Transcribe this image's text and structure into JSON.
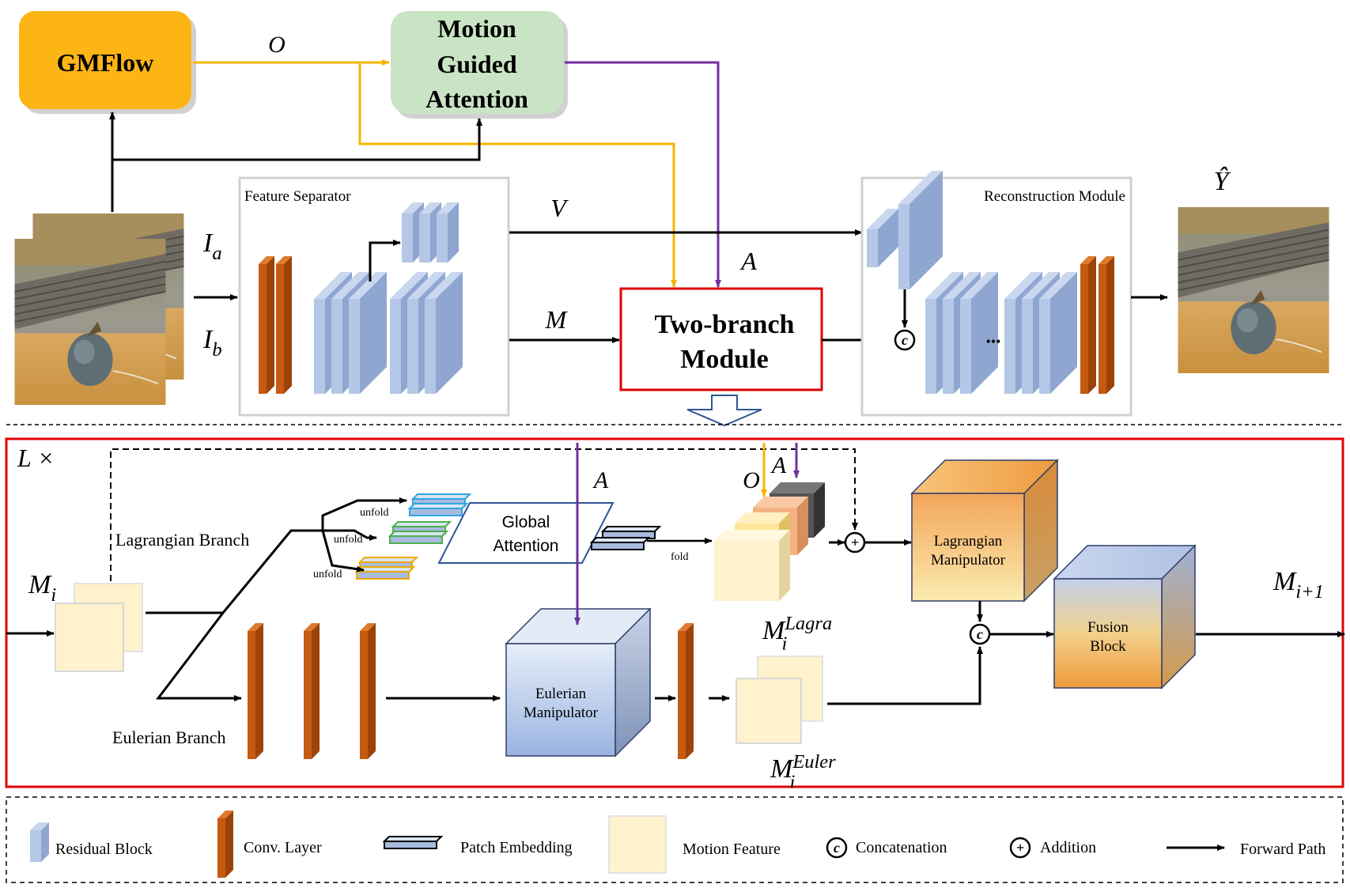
{
  "top": {
    "gmflow": "GMFlow",
    "mga_line1": "Motion",
    "mga_line2": "Guided",
    "mga_line3": "Attention",
    "o_label": "O",
    "feature_separator": "Feature Separator",
    "input_a_base": "I",
    "input_a_sub": "a",
    "input_b_base": "I",
    "input_b_sub": "b",
    "v_label": "V",
    "m_label": "M",
    "a_label": "A",
    "two_branch_line1": "Two-branch",
    "two_branch_line2": "Module",
    "reconstruction": "Reconstruction Module",
    "ellipsis": "•••",
    "output_label": "Ŷ"
  },
  "detail": {
    "repeat_label": "L ×",
    "lagrangian_branch": "Lagrangian Branch",
    "eulerian_branch": "Eulerian Branch",
    "mi_base": "M",
    "mi_sub": "i",
    "unfold": "unfold",
    "global_line1": "Global",
    "global_line2": "Attention",
    "fold": "fold",
    "a_label": "A",
    "o_label": "O",
    "a_label_top": "A",
    "lagra_manip_line1": "Lagrangian",
    "lagra_manip_line2": "Manipulator",
    "euler_manip_line1": "Eulerian",
    "euler_manip_line2": "Manipulator",
    "fusion_line1": "Fusion",
    "fusion_line2": "Block",
    "m_lagra_base": "M",
    "m_lagra_sub": "i",
    "m_lagra_sup": "Lagra",
    "m_euler_base": "M",
    "m_euler_sub": "i",
    "m_euler_sup": "Euler",
    "m_next_base": "M",
    "m_next_sub": "i+1",
    "concat_symbol": "c",
    "add_symbol": "+"
  },
  "legend": {
    "residual": "Residual Block",
    "conv": "Conv. Layer",
    "patch": "Patch Embedding",
    "motion": "Motion Feature",
    "concat": "Concatenation",
    "addition": "Addition",
    "forward": "Forward Path",
    "concat_symbol": "c",
    "add_symbol": "+"
  },
  "colors": {
    "gmflow": "#FDB515",
    "mga": "#C9E4C4",
    "residual": "#B4C7E7",
    "conv": "#C55A11",
    "motion": "#FFF2CC",
    "orange_arrow": "#F5B400",
    "purple_arrow": "#7030A0",
    "red_border": "#E00000"
  }
}
